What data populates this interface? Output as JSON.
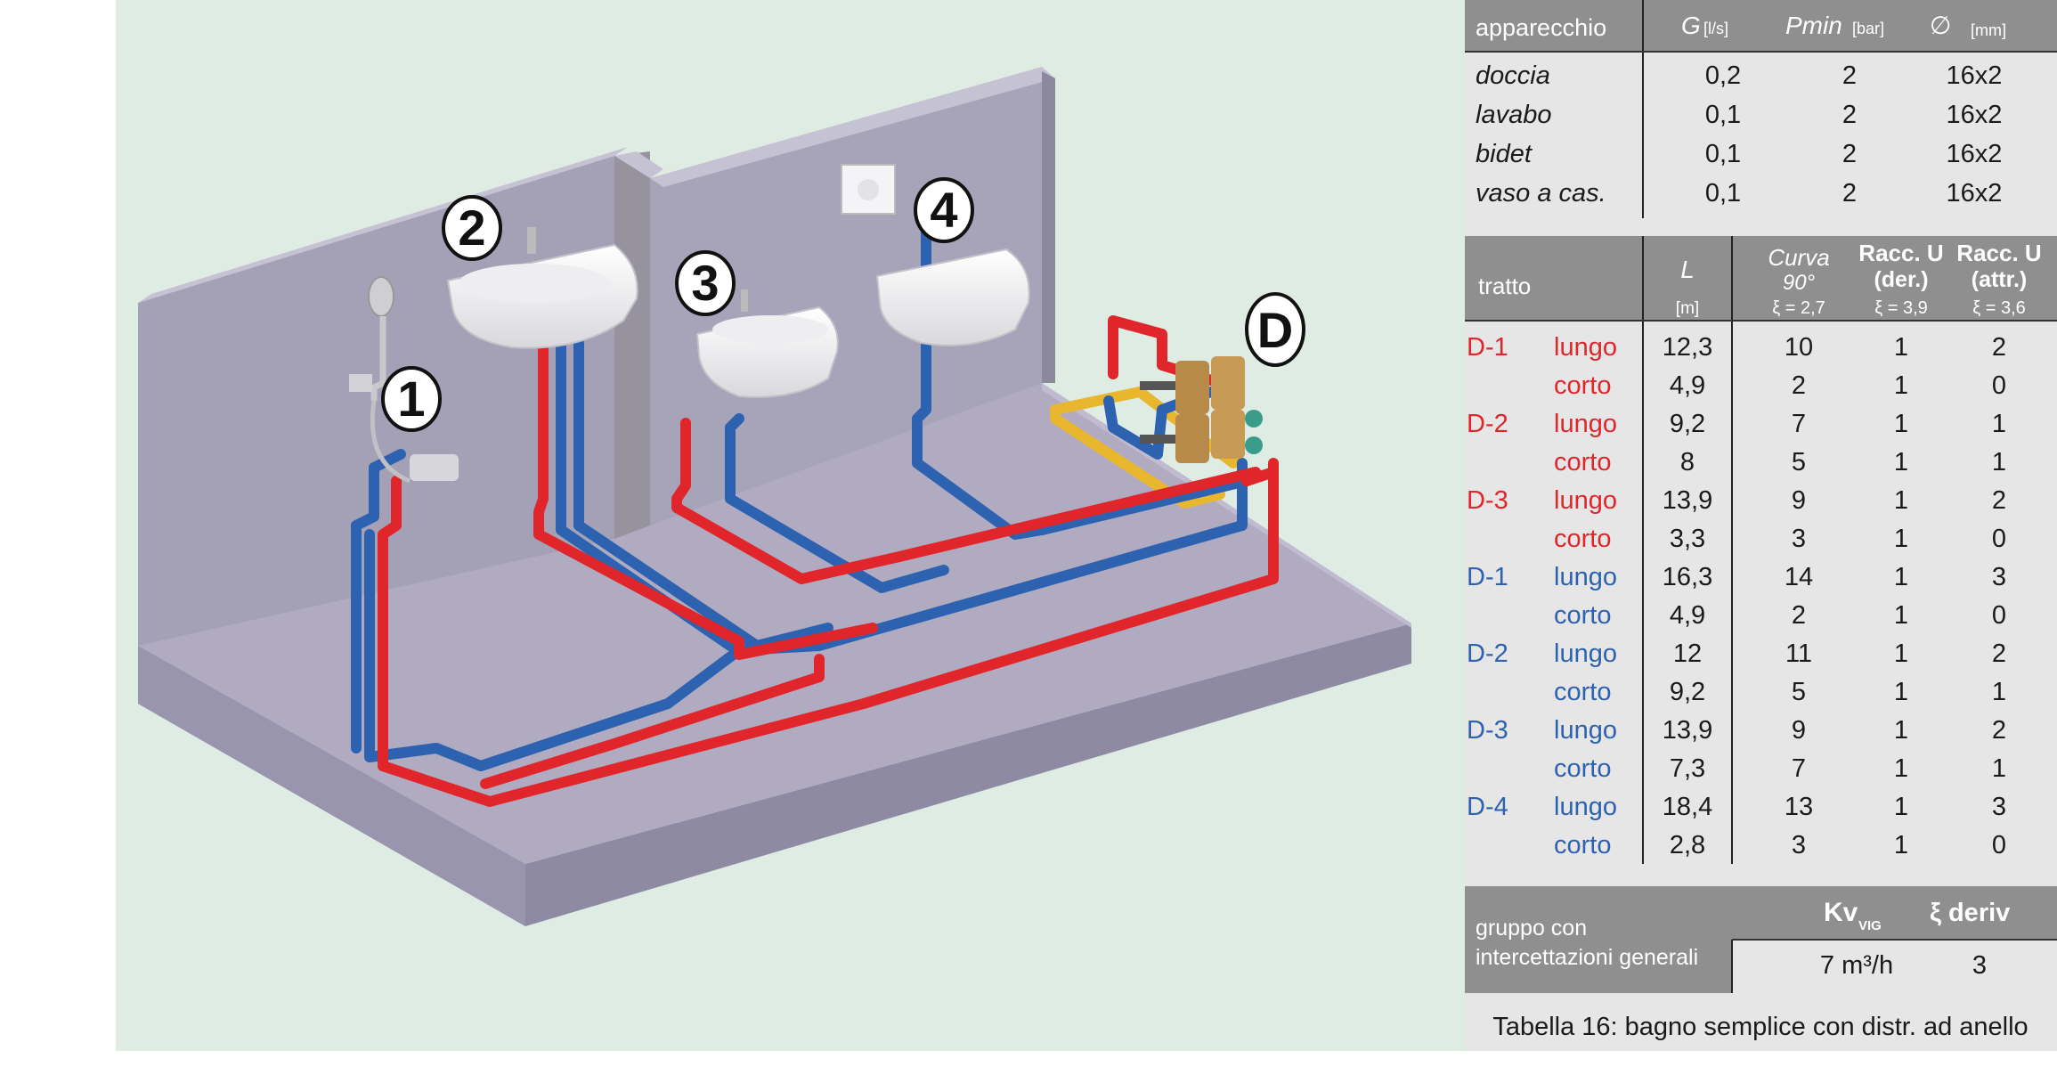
{
  "labels": {
    "one": "1",
    "two": "2",
    "three": "3",
    "four": "4",
    "d": "D"
  },
  "table1": {
    "headers": {
      "apparecchio": "apparecchio",
      "g": "G",
      "g_unit": "[l/s]",
      "pmin": "Pmin",
      "pmin_unit": "[bar]",
      "diam": "∅",
      "diam_unit": "[mm]"
    },
    "rows": [
      {
        "name": "doccia",
        "g": "0,2",
        "pmin": "2",
        "diam": "16x2"
      },
      {
        "name": "lavabo",
        "g": "0,1",
        "pmin": "2",
        "diam": "16x2"
      },
      {
        "name": "bidet",
        "g": "0,1",
        "pmin": "2",
        "diam": "16x2"
      },
      {
        "name": "vaso a cas.",
        "g": "0,1",
        "pmin": "2",
        "diam": "16x2"
      }
    ]
  },
  "table2": {
    "headers": {
      "tratto": "tratto",
      "l": "L",
      "l_unit": "[m]",
      "curva": "Curva",
      "curva2": "90°",
      "curva_xi": "ξ = 2,7",
      "racc_der": "Racc. U",
      "racc_der2": "(der.)",
      "racc_der_xi": "ξ = 3,9",
      "racc_attr": "Racc. U",
      "racc_attr2": "(attr.)",
      "racc_attr_xi": "ξ = 3,6"
    },
    "rows": [
      {
        "code": "D-1",
        "type": "lungo",
        "l": "12,3",
        "curva": "10",
        "der": "1",
        "attr": "2",
        "color": "red"
      },
      {
        "code": "",
        "type": "corto",
        "l": "4,9",
        "curva": "2",
        "der": "1",
        "attr": "0",
        "color": "red"
      },
      {
        "code": "D-2",
        "type": "lungo",
        "l": "9,2",
        "curva": "7",
        "der": "1",
        "attr": "1",
        "color": "red"
      },
      {
        "code": "",
        "type": "corto",
        "l": "8",
        "curva": "5",
        "der": "1",
        "attr": "1",
        "color": "red"
      },
      {
        "code": "D-3",
        "type": "lungo",
        "l": "13,9",
        "curva": "9",
        "der": "1",
        "attr": "2",
        "color": "red"
      },
      {
        "code": "",
        "type": "corto",
        "l": "3,3",
        "curva": "3",
        "der": "1",
        "attr": "0",
        "color": "red"
      },
      {
        "code": "D-1",
        "type": "lungo",
        "l": "16,3",
        "curva": "14",
        "der": "1",
        "attr": "3",
        "color": "blue"
      },
      {
        "code": "",
        "type": "corto",
        "l": "4,9",
        "curva": "2",
        "der": "1",
        "attr": "0",
        "color": "blue"
      },
      {
        "code": "D-2",
        "type": "lungo",
        "l": "12",
        "curva": "11",
        "der": "1",
        "attr": "2",
        "color": "blue"
      },
      {
        "code": "",
        "type": "corto",
        "l": "9,2",
        "curva": "5",
        "der": "1",
        "attr": "1",
        "color": "blue"
      },
      {
        "code": "D-3",
        "type": "lungo",
        "l": "13,9",
        "curva": "9",
        "der": "1",
        "attr": "2",
        "color": "blue"
      },
      {
        "code": "",
        "type": "corto",
        "l": "7,3",
        "curva": "7",
        "der": "1",
        "attr": "1",
        "color": "blue"
      },
      {
        "code": "D-4",
        "type": "lungo",
        "l": "18,4",
        "curva": "13",
        "der": "1",
        "attr": "3",
        "color": "blue"
      },
      {
        "code": "",
        "type": "corto",
        "l": "2,8",
        "curva": "3",
        "der": "1",
        "attr": "0",
        "color": "blue"
      }
    ]
  },
  "table3": {
    "label1": "gruppo con",
    "label2": "intercettazioni generali",
    "kv": "Kv",
    "kv_sub": "VIG",
    "xi": "ξ deriv",
    "kv_value": "7 m³/h",
    "xi_value": "3"
  },
  "caption": "Tabella 16: bagno semplice con distr. ad anello",
  "colors": {
    "red": "#e0262b",
    "blue": "#2d62b0",
    "yellow": "#e8b72e",
    "header_gray": "#8f8f8f",
    "wall": "#a29fb4",
    "floor": "#b2adc3"
  }
}
